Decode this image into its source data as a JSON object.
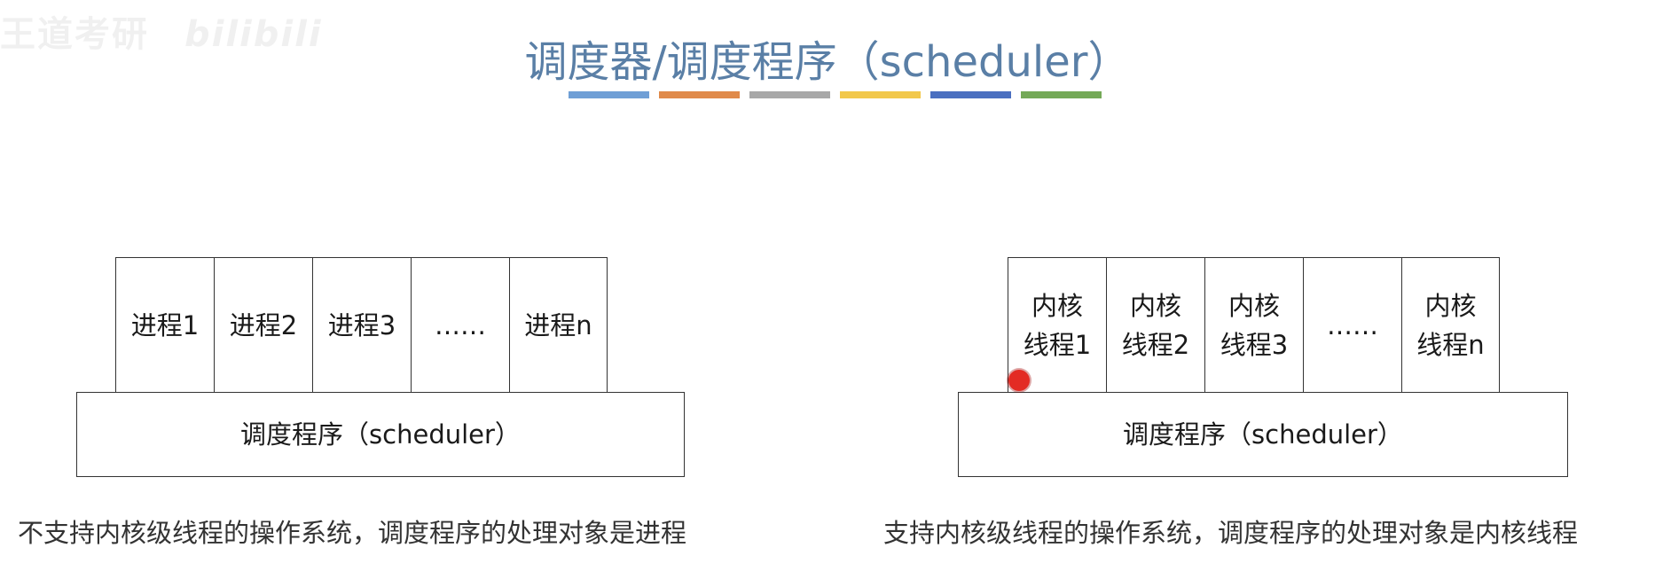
{
  "watermark": {
    "text": "王道考研",
    "brand": "bilibili"
  },
  "title": "调度器/调度程序（scheduler）",
  "title_color_bar": [
    "#6f9fd6",
    "#e08a4a",
    "#a8a8a8",
    "#f2c84b",
    "#4a6fc0",
    "#74a957"
  ],
  "left_diagram": {
    "cells": [
      "进程1",
      "进程2",
      "进程3",
      "……",
      "进程n"
    ],
    "scheduler_label": "调度程序（scheduler）",
    "caption": "不支持内核级线程的操作系统，调度程序的处理对象是进程"
  },
  "right_diagram": {
    "cells": [
      "内核\n线程1",
      "内核\n线程2",
      "内核\n线程3",
      "……",
      "内核\n线程n"
    ],
    "scheduler_label": "调度程序（scheduler）",
    "caption": "支持内核级线程的操作系统，调度程序的处理对象是内核线程"
  }
}
